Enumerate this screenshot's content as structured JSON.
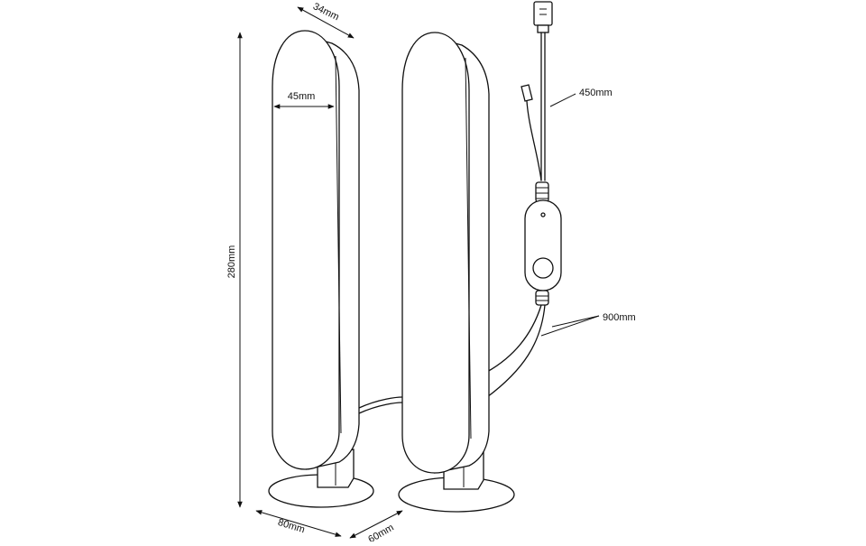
{
  "dimensions": {
    "top_depth": "34mm",
    "width": "45mm",
    "height": "280mm",
    "base_length": "80mm",
    "base_depth": "60mm",
    "usb_cable": "450mm",
    "bar_cables": "900mm"
  },
  "colors": {
    "line": "#111111",
    "background": "#ffffff"
  }
}
